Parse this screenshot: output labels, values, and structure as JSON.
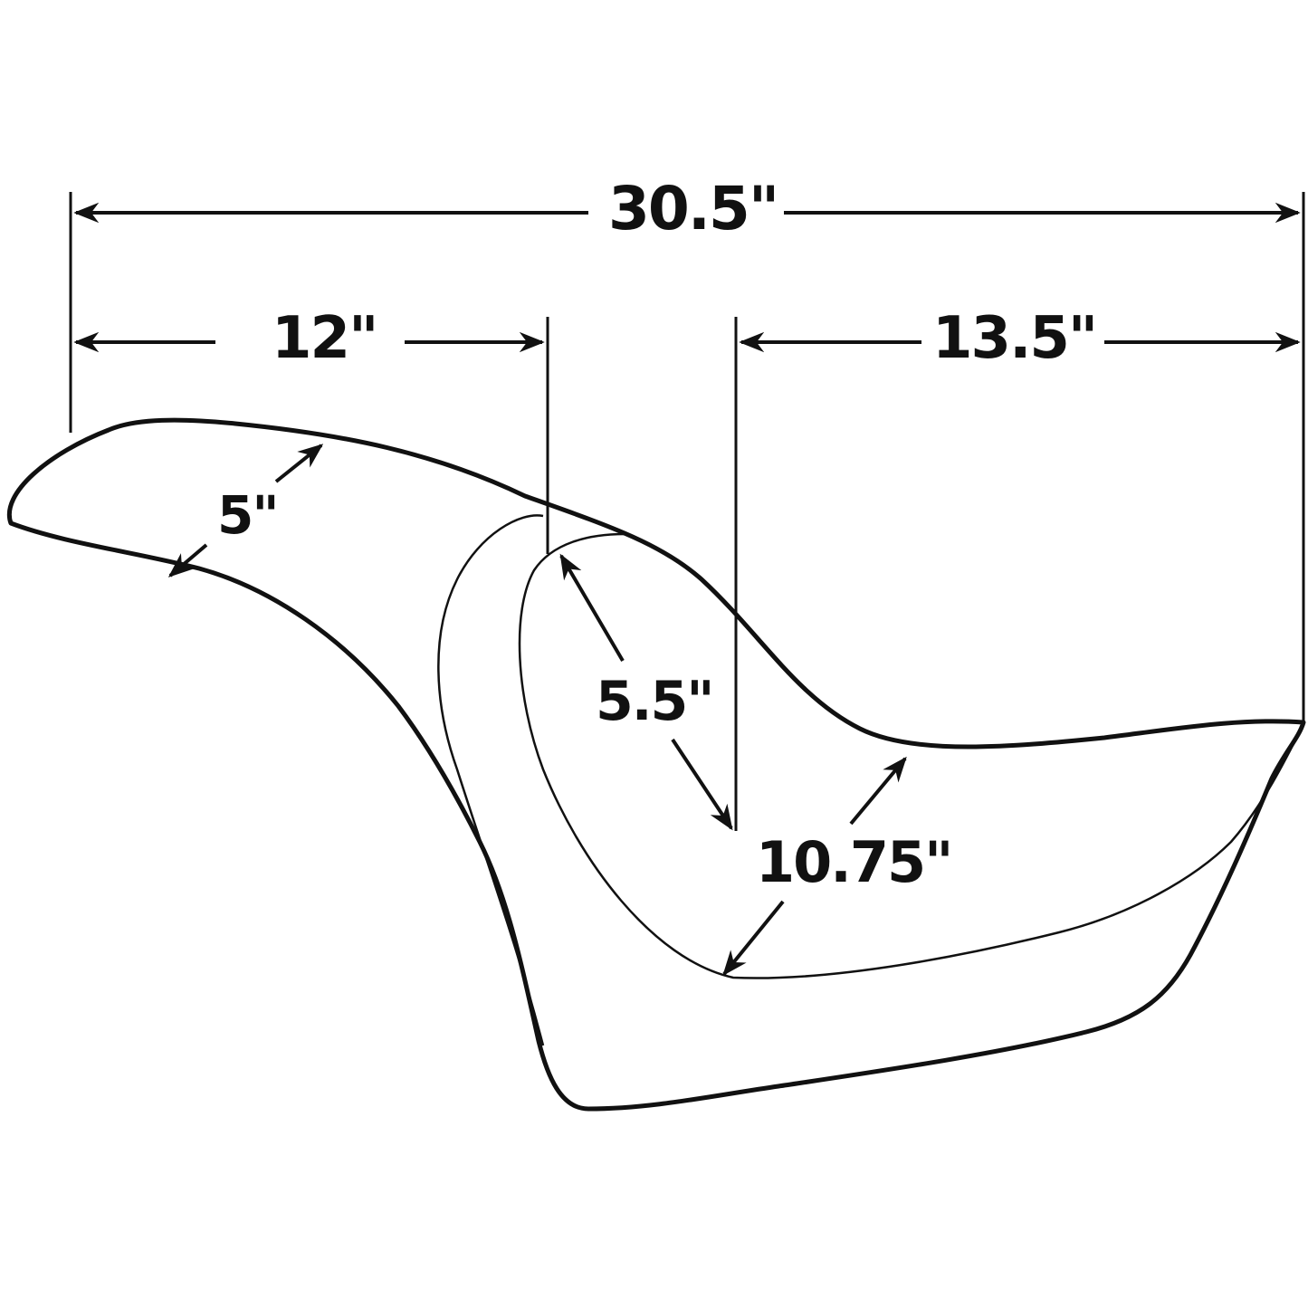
{
  "diagram": {
    "subject": "Motorcycle seat profile",
    "line_color": "#111111",
    "background": "#ffffff",
    "dimensions": {
      "overall_length": "30.5\"",
      "front_section_length": "12\"",
      "rear_section_length": "13.5\"",
      "front_height": "5\"",
      "seat_depth": "5.5\"",
      "seat_width": "10.75\""
    }
  }
}
